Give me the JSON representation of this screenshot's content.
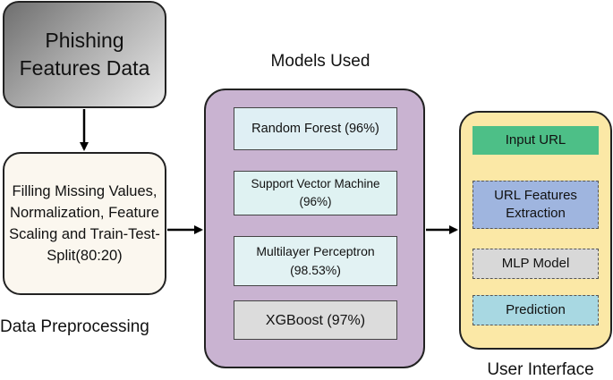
{
  "source": {
    "title": "Phishing Features Data"
  },
  "preprocessing": {
    "steps_text": "Filling Missing Values, Normalization, Feature Scaling and Train-Test-Split(80:20)",
    "label": "Data Preprocessing"
  },
  "models": {
    "title": "Models Used",
    "items": [
      {
        "label": "Random Forest (96%)"
      },
      {
        "label": "Support Vector Machine (96%)"
      },
      {
        "label": "Multilayer Perceptron (98.53%)"
      },
      {
        "label": "XGBoost (97%)"
      }
    ]
  },
  "user_interface": {
    "label": "User Interface",
    "steps": [
      {
        "label": "Input URL"
      },
      {
        "label": "URL Features Extraction"
      },
      {
        "label": "MLP Model"
      },
      {
        "label": "Prediction"
      }
    ]
  },
  "colors": {
    "models_panel": "#c9b3d1",
    "ui_panel": "#fbe8a6",
    "input_url": "#4dbf87",
    "url_features": "#9fb5df",
    "mlp_model": "#d8d8d8",
    "prediction": "#a8d8e2"
  }
}
